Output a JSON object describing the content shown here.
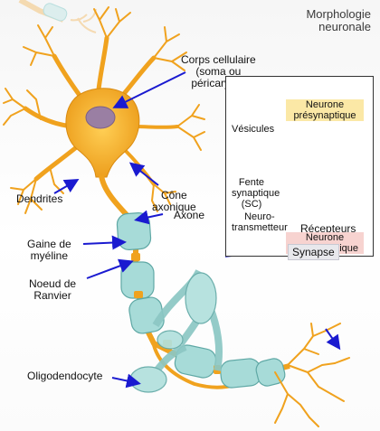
{
  "title": {
    "line1": "Morphologie",
    "line2": "neuronale"
  },
  "labels": {
    "soma_1": "Corps cellulaire",
    "soma_2": "(soma ou",
    "soma_3": "péricaryon)",
    "hillock_1": "Cône",
    "hillock_2": "axonique",
    "dendrites": "Dendrites",
    "axon": "Axone",
    "sheath_1": "Gaine de",
    "sheath_2": "myéline",
    "node_1": "Noeud de",
    "node_2": "Ranvier",
    "oligo": "Oligodendocyte",
    "synapse": "Synapse"
  },
  "inset": {
    "pre_1": "Neurone",
    "pre_2": "présynaptique",
    "vesicles": "Vésicules",
    "cleft_1": "Fente",
    "cleft_2": "synaptique",
    "cleft_3": "(SC)",
    "nt_1": "Neuro-",
    "nt_2": "transmetteur",
    "receptors": "Récepteurs",
    "post_1": "Neurone",
    "post_2": "postsynaptique"
  },
  "colors": {
    "neuron": "#f0a21e",
    "neuron_dark": "#c97c0c",
    "myelin": "#9fd6d3",
    "myelin_edge": "#5fa8a5",
    "nucleus": "#9a7fa3",
    "arrow": "#1a1ad0",
    "membrane": "#f3c75a"
  }
}
